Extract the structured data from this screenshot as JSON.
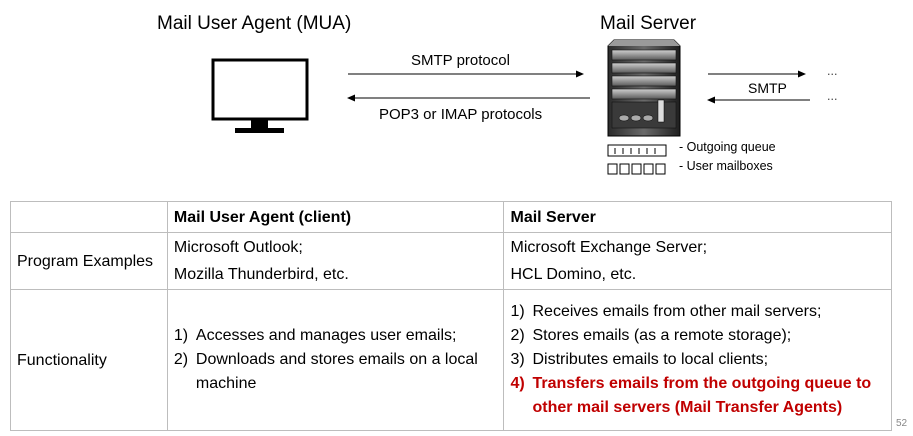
{
  "diagram": {
    "mua_title": "Mail User Agent (MUA)",
    "server_title": "Mail Server",
    "smtp_protocol_label": "SMTP protocol",
    "pop3_label": "POP3 or IMAP protocols",
    "smtp_label": "SMTP",
    "ellipsis_top": "...",
    "ellipsis_bottom": "...",
    "outgoing_queue_label": "- Outgoing queue",
    "user_mailboxes_label": "- User mailboxes"
  },
  "table": {
    "header": [
      "",
      "Mail User Agent (client)",
      "Mail Server"
    ],
    "rows": [
      {
        "label": "Program Examples",
        "client": [
          "Microsoft Outlook;",
          "Mozilla Thunderbird, etc."
        ],
        "server": [
          "Microsoft Exchange Server;",
          "HCL Domino, etc."
        ]
      },
      {
        "label": "Functionality",
        "client": [
          {
            "num": "1)",
            "text": "Accesses and manages user emails;"
          },
          {
            "num": "2)",
            "text": "Downloads and stores emails on a local machine"
          }
        ],
        "server": [
          {
            "num": "1)",
            "text": "Receives emails from other mail servers;"
          },
          {
            "num": "2)",
            "text": "Stores emails (as a remote storage);"
          },
          {
            "num": "3)",
            "text": "Distributes emails to local clients;"
          },
          {
            "num": "4)",
            "text": "Transfers emails from the outgoing queue to other mail servers (Mail Transfer Agents)"
          }
        ]
      }
    ]
  },
  "page_number": "52",
  "colors": {
    "highlight": "#c00000",
    "border": "#bdbdbd"
  }
}
